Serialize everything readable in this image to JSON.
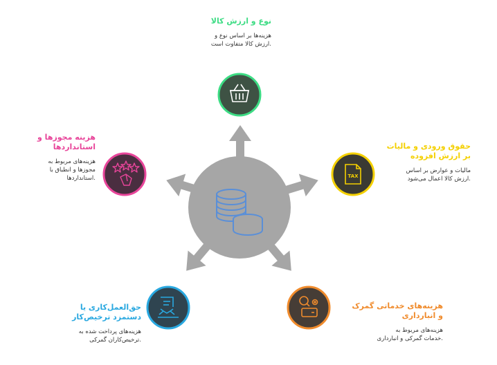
{
  "colors": {
    "hub": "#a6a6a6",
    "arrow": "#a6a6a6",
    "coins": "#5a8fd8",
    "green": "#3ddc84",
    "yellow": "#f4d000",
    "orange": "#f08b2c",
    "blue": "#29a8e0",
    "pink": "#e8459a"
  },
  "nodes": [
    {
      "id": "goods-type-value",
      "title": "نوع و ارزش کالا",
      "desc": "هزینه‌ها بر اساس نوع و\n.ارزش کالا متفاوت است",
      "icon": "basket-icon",
      "color": "#3ddc84"
    },
    {
      "id": "import-duties-vat",
      "title": "حقوق ورودی و مالیات\nبر ارزش افزوده",
      "desc": "مالیات و عوارض بر اساس\n.ارزش کالا اعمال می‌شود",
      "icon": "tax-document-icon",
      "color": "#f4d000"
    },
    {
      "id": "customs-warehouse-costs",
      "title": "هزینه‌های خدماتی گمرک\nو انبارداری",
      "desc": "هزینه‌های مربوط به\n.خدمات گمرکی و انبارداری",
      "icon": "search-settings-wallet-icon",
      "color": "#f08b2c"
    },
    {
      "id": "broker-fees",
      "title": "حق‌العمل‌کاری یا\nدستمزد ترخیص‌کار",
      "desc": "هزینه‌های پرداخت شده به\n.ترخیص‌کاران گمرکی",
      "icon": "contract-handshake-icon",
      "color": "#29a8e0"
    },
    {
      "id": "permits-standards",
      "title": "هزینه مجوزها و\nاستانداردها",
      "desc": "هزینه‌های مربوط به\nمجوزها و انطباق با\n.استانداردها",
      "icon": "stars-award-icon",
      "color": "#e8459a"
    }
  ]
}
